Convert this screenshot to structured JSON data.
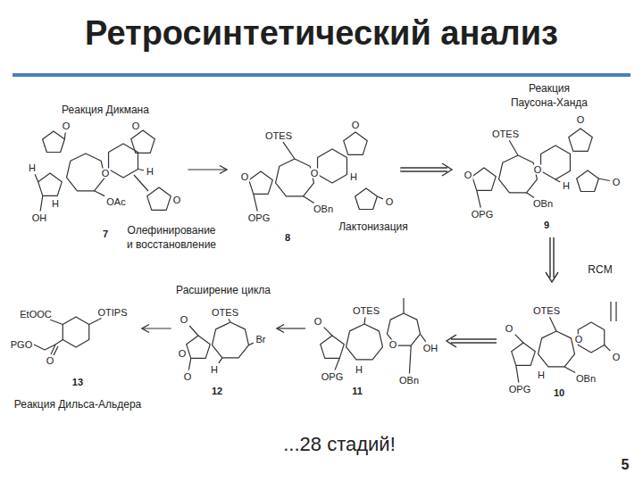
{
  "diagram": {
    "title": "Ретросинтетический анализ",
    "nodes": [
      {
        "text": [
          "O",
          "H",
          "H",
          "OH",
          "O",
          "H",
          "OAc",
          "O",
          "O",
          "7"
        ]
      },
      {
        "text": [
          "O",
          "OTES",
          "O",
          "H",
          "OBn",
          "OPG",
          "O",
          "O",
          "8"
        ]
      },
      {
        "text": [
          "O",
          "OTES",
          "O",
          "H",
          "O",
          "O",
          "OBn",
          "OPG",
          "9"
        ]
      },
      {
        "text": [
          "EtOOC",
          "OTIPS",
          "PGO",
          "O",
          "13"
        ]
      },
      {
        "text": [
          "O",
          "OTES",
          "Br",
          "O",
          "H",
          "O",
          "12"
        ]
      },
      {
        "text": [
          "O",
          "OTES",
          "O",
          "OH",
          "H",
          "OBn",
          "OPG",
          "11"
        ]
      },
      {
        "text": [
          "O",
          "OTES",
          "O",
          "H",
          "OBn",
          "O",
          "OPG",
          "10"
        ]
      }
    ],
    "edges": [
      {
        "from": 0,
        "to": 1,
        "arrow": "to"
      },
      {
        "from": 1,
        "to": 2,
        "arrow": "to"
      },
      {
        "from": 2,
        "to": 6,
        "arrow": "to"
      },
      {
        "from": 6,
        "to": 5,
        "arrow": "to"
      },
      {
        "from": 5,
        "to": 4,
        "arrow": "to"
      },
      {
        "from": 4,
        "to": 3,
        "arrow": "to"
      }
    ],
    "labels": [
      "Реакция Дикмана",
      "Реакция Паусона-Ханда",
      "Олефинирование и восстановление",
      "Лактонизация",
      "RCM",
      "Расширение цикла",
      "Реакция Дильса-Альдера",
      "...28 стадий!",
      "5"
    ]
  }
}
